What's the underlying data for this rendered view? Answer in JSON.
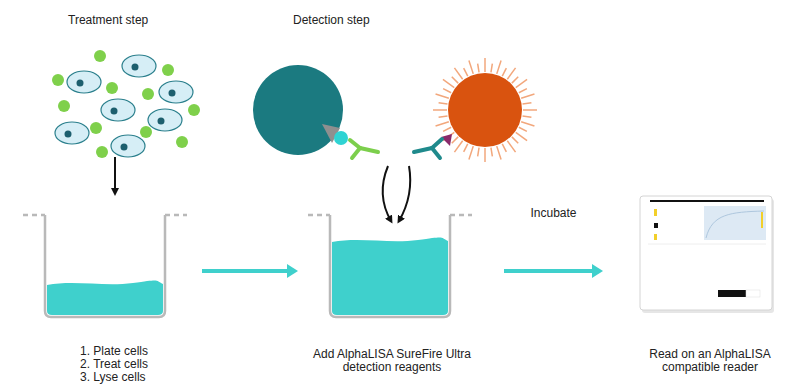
{
  "diagram": {
    "nodes": [
      {
        "text": [
          "1. Plate cells",
          "2. Treat cells",
          "3. Lyse cells"
        ]
      },
      {
        "text": [
          "Add AlphaLISA SureFire Ultra detection reagents"
        ]
      },
      {
        "text": [
          "Read on an AlphaLISA compatible reader"
        ]
      }
    ],
    "edges": [
      {
        "from": 0,
        "to": 1,
        "arrow": "to"
      },
      {
        "from": 1,
        "to": 2,
        "arrow": "to",
        "label": "Incubate"
      }
    ],
    "labels": [
      "Treatment step",
      "Detection step"
    ]
  }
}
